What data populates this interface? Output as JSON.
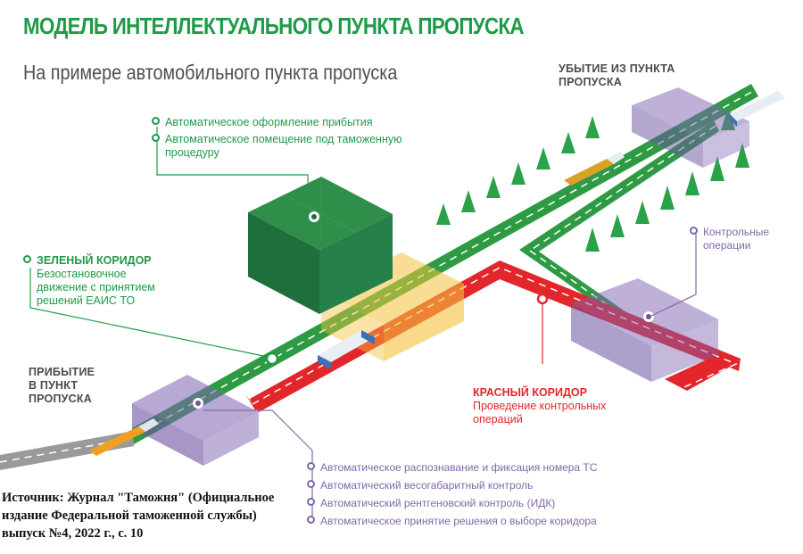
{
  "title": "МОДЕЛЬ ИНТЕЛЛЕКТУАЛЬНОГО ПУНКТА ПРОПУСКА",
  "subtitle": "На примере автомобильного пункта пропуска",
  "exit_label": [
    "УБЫТИЕ ИЗ ПУНКТА",
    "ПРОПУСКА"
  ],
  "arrival_label": [
    "ПРИБЫТИЕ",
    "В ПУНКТ",
    "ПРОПУСКА"
  ],
  "arrival_procedures": [
    "Автоматическое оформление прибытия",
    "Автоматическое помещение под таможенную",
    "процедуру"
  ],
  "green_corridor": {
    "title": "ЗЕЛЕНЫЙ КОРИДОР",
    "lines": [
      "Безостановочное",
      "движение с принятием",
      "решений ЕАИС ТО"
    ]
  },
  "red_corridor": {
    "title": "КРАСНЫЙ КОРИДОР",
    "lines": [
      "Проведение контрольных",
      "операций"
    ]
  },
  "control_ops": [
    "Контрольные",
    "операции"
  ],
  "checks": [
    "Автоматическое распознавание и фиксация номера ТС",
    "Автоматический весогабаритный контроль",
    "Автоматический рентгеновский контроль (ИДК)",
    "Автоматическое принятие решения о выборе коридора"
  ],
  "source": [
    "Источник: Журнал \"Таможня\" (Официальное",
    "издание Федеральной таможенной службы)",
    "выпуск №4, 2022 г., с. 10"
  ],
  "colors": {
    "green": "#1f9a48",
    "road_green": "#2e9b44",
    "road_red": "#e3262b",
    "road_gray": "#8c8c8c",
    "purple": "#8068a8",
    "yellow": "#f3c23c"
  }
}
